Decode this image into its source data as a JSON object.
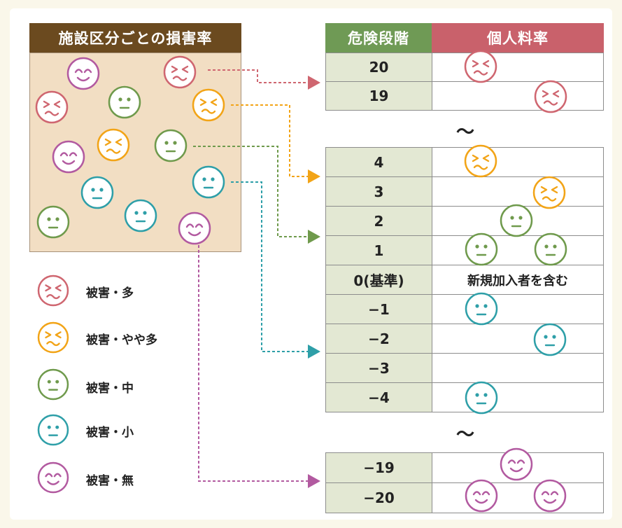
{
  "facility_title": "施設区分ごとの損害率",
  "table": {
    "level_header": "危険段階",
    "rate_header": "個人料率",
    "header_colors": {
      "level": "#6f9a55",
      "rate": "#c9616b"
    },
    "top_rows": [
      "20",
      "19"
    ],
    "middle_rows": [
      "4",
      "3",
      "2",
      "1",
      "0(基準)",
      "−1",
      "−2",
      "−3",
      "−4"
    ],
    "bottom_rows": [
      "−19",
      "−20"
    ],
    "baseline_note": "新規加入者を含む",
    "gap_marker": "〜"
  },
  "legend": [
    {
      "label": "被害・多",
      "icon": "face-damage-high-icon",
      "color": "#cf6670"
    },
    {
      "label": "被害・やや多",
      "icon": "face-damage-fairly-high-icon",
      "color": "#f2a417"
    },
    {
      "label": "被害・中",
      "icon": "face-damage-medium-icon",
      "color": "#6f9a4c"
    },
    {
      "label": "被害・小",
      "icon": "face-damage-low-icon",
      "color": "#2e9fa8"
    },
    {
      "label": "被害・無",
      "icon": "face-damage-none-icon",
      "color": "#b25aa0"
    }
  ]
}
